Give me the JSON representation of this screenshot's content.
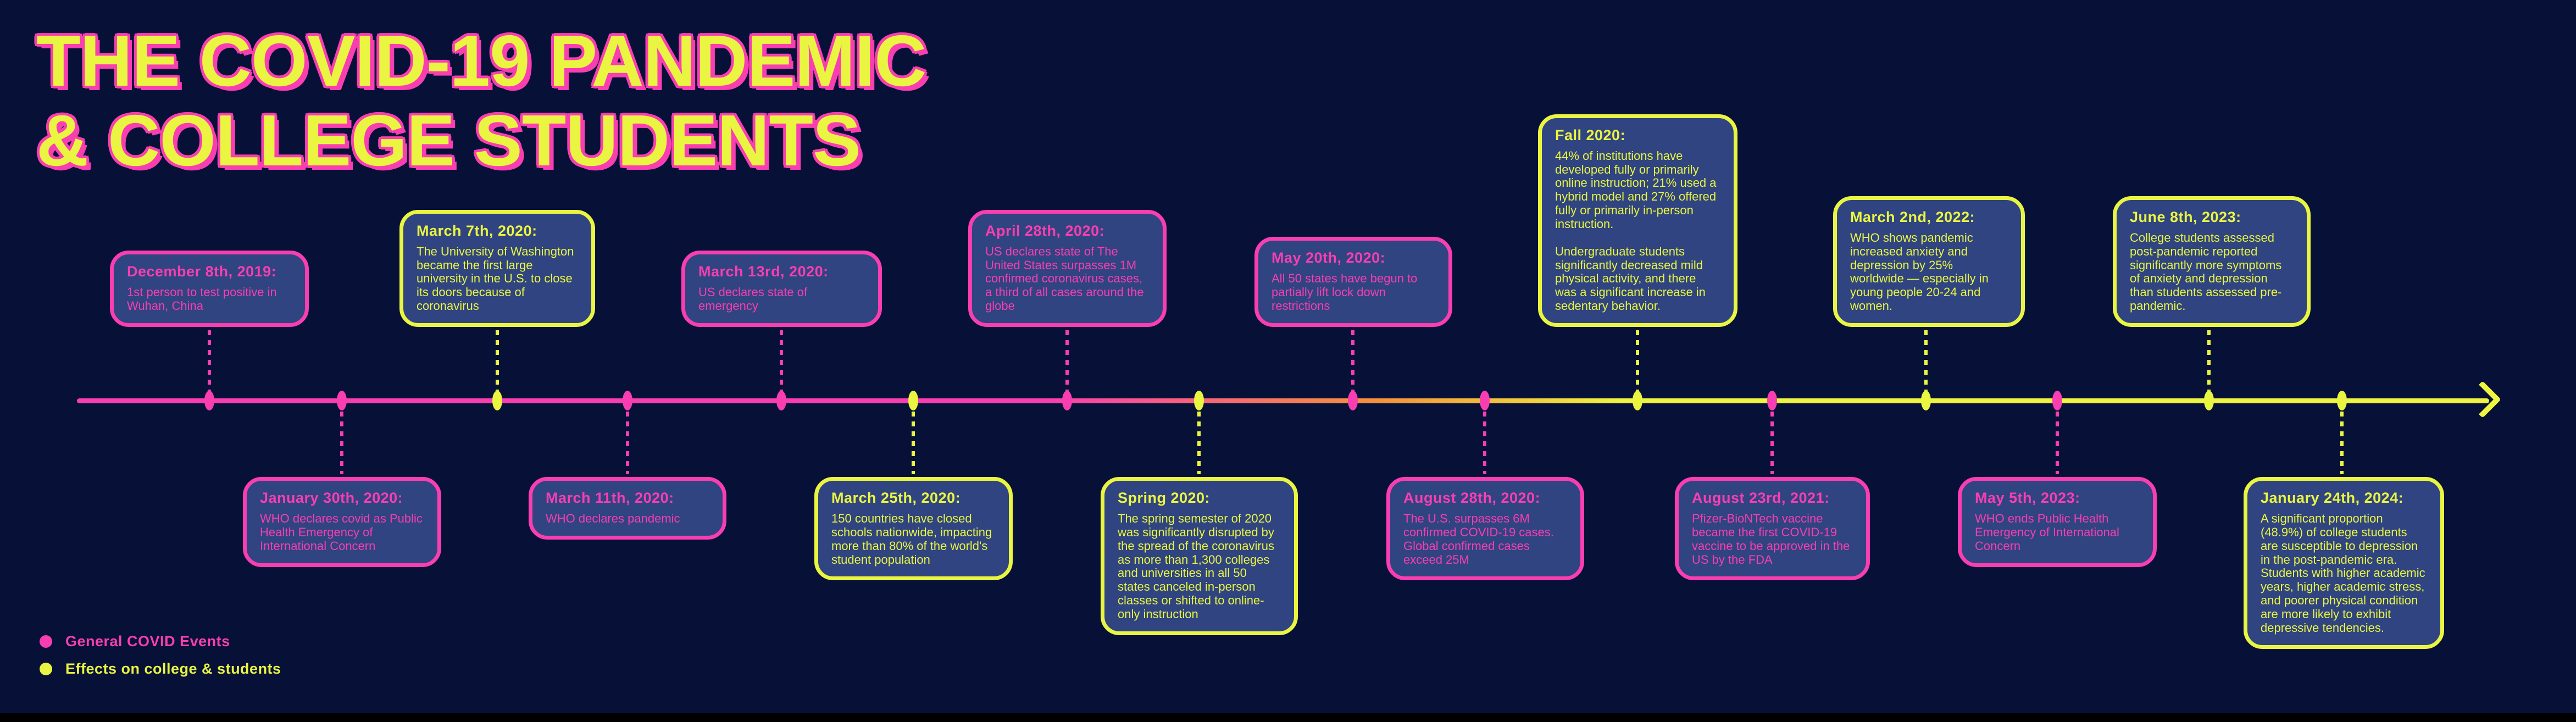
{
  "title": {
    "line1": "THE COVID-19 PANDEMIC",
    "line2": "&  COLLEGE STUDENTS"
  },
  "colors": {
    "background": "#071138",
    "box_fill": "#2f4480",
    "pink": "#f93eb1",
    "yellow": "#eaf542"
  },
  "legend": {
    "items": [
      {
        "label": "General COVID Events",
        "category": "general",
        "color": "#f93eb1"
      },
      {
        "label": "Effects on college & students",
        "category": "college",
        "color": "#eaf542"
      }
    ]
  },
  "events": [
    {
      "date": "December 8th, 2019:",
      "text": "1st person to test positive in Wuhan, China",
      "category": "general",
      "side": "above"
    },
    {
      "date": "January 30th, 2020:",
      "text": "WHO declares covid as Public Health Emergency of International Concern",
      "category": "general",
      "side": "below"
    },
    {
      "date": "March 7th, 2020:",
      "text": "The University of Washington became the first large university in the U.S. to close its doors because of coronavirus",
      "category": "college",
      "side": "above"
    },
    {
      "date": "March 11th, 2020:",
      "text": "WHO declares pandemic",
      "category": "general",
      "side": "below"
    },
    {
      "date": "March 13rd, 2020:",
      "text": "US declares state of emergency",
      "category": "general",
      "side": "above"
    },
    {
      "date": "March 25th, 2020:",
      "text": "150 countries have closed schools nationwide, impacting more than 80% of the world's student population",
      "category": "college",
      "side": "below"
    },
    {
      "date": "April 28th, 2020:",
      "text": "US declares state of The United States surpasses 1M confirmed coronavirus cases, a third of all cases around the globe",
      "category": "general",
      "side": "above"
    },
    {
      "date": "Spring 2020:",
      "text": "The spring semester of 2020 was significantly disrupted by the spread of the coronavirus as more than 1,300 colleges and universities in all 50 states canceled in-person classes or shifted to online-only instruction",
      "category": "college",
      "side": "below"
    },
    {
      "date": "May 20th, 2020:",
      "text": "All 50 states have begun to partially lift lock down restrictions",
      "category": "general",
      "side": "above"
    },
    {
      "date": "August 28th, 2020:",
      "text": "The U.S. surpasses 6M confirmed COVID-19 cases. Global confirmed cases exceed 25M",
      "category": "general",
      "side": "below"
    },
    {
      "date": "Fall 2020:",
      "text": "44% of institutions have developed fully or primarily online instruction; 21% used a hybrid model and 27% offered fully or primarily in-person instruction.\n\nUndergraduate students significantly decreased mild physical activity, and there was a significant increase in sedentary behavior.",
      "category": "college",
      "side": "above"
    },
    {
      "date": "August 23rd, 2021:",
      "text": "Pfizer-BioNTech vaccine became the first COVID-19 vaccine to be approved in the US by the FDA",
      "category": "general",
      "side": "below"
    },
    {
      "date": "March 2nd, 2022:",
      "text": "WHO shows pandemic increased anxiety and depression by 25% worldwide — especially in young people 20-24 and women.",
      "category": "college",
      "side": "above"
    },
    {
      "date": "May 5th, 2023:",
      "text": "WHO ends Public Health Emergency of International Concern",
      "category": "general",
      "side": "below"
    },
    {
      "date": "June 8th, 2023:",
      "text": "College students assessed post-pandemic reported significantly more symptoms of anxiety and depression than students assessed pre-pandemic.",
      "category": "college",
      "side": "above"
    },
    {
      "date": "January 24th, 2024:",
      "text": "A significant proportion (48.9%) of college students are susceptible to depression in the post-pandemic era. Students with higher academic years, higher academic stress, and poorer physical condition are more likely to exhibit depressive tendencies.",
      "category": "college",
      "side": "below"
    }
  ]
}
